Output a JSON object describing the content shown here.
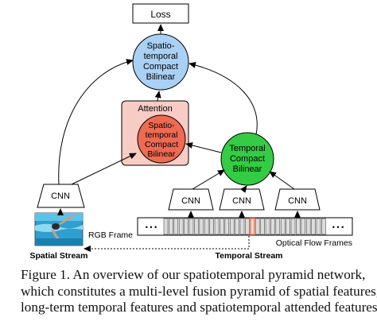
{
  "diagram": {
    "loss": "Loss",
    "top_node": [
      "Spatio-",
      "temporal",
      "Compact",
      "Bilinear"
    ],
    "attention_label": "Attention",
    "attention_node": [
      "Spatio-",
      "temporal",
      "Compact",
      "Bilinear"
    ],
    "temporal_node": [
      "Temporal",
      "Compact",
      "Bilinear"
    ],
    "cnn_label": "CNN",
    "rgb_frame": "RGB Frame",
    "optical_flow": "Optical Flow Frames",
    "ellipsis": "• • •",
    "spatial_stream": "Spatial Stream",
    "temporal_stream": "Temporal Stream",
    "colors": {
      "top_node": "#a9d0f5",
      "attention_box": "#f7ccc4",
      "attention_node": "#ee6a52",
      "temporal_node": "#33cc44",
      "highlight_frame": "#f08060",
      "frame_fill": "#dcdcdc"
    }
  },
  "caption": [
    "Figure 1.  An overview of our spatiotemporal pyramid network,",
    "which constitutes a multi-level fusion pyramid of spatial features,",
    "long-term temporal features and spatiotemporal attended features."
  ]
}
